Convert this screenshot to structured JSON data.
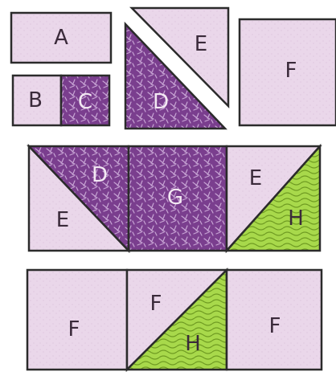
{
  "diagram": {
    "piece_labels": {
      "a": "A",
      "b": "B",
      "c": "C",
      "d": "D",
      "e": "E",
      "f": "F",
      "g": "G",
      "h": "H"
    },
    "colors": {
      "light_pink": "#ead7ea",
      "purple": "#7a3e8e",
      "green": "#a8d94b",
      "outline": "#2b2b2b",
      "label_dark": "#3a2a3a",
      "label_light": "#f3e9f3"
    }
  }
}
